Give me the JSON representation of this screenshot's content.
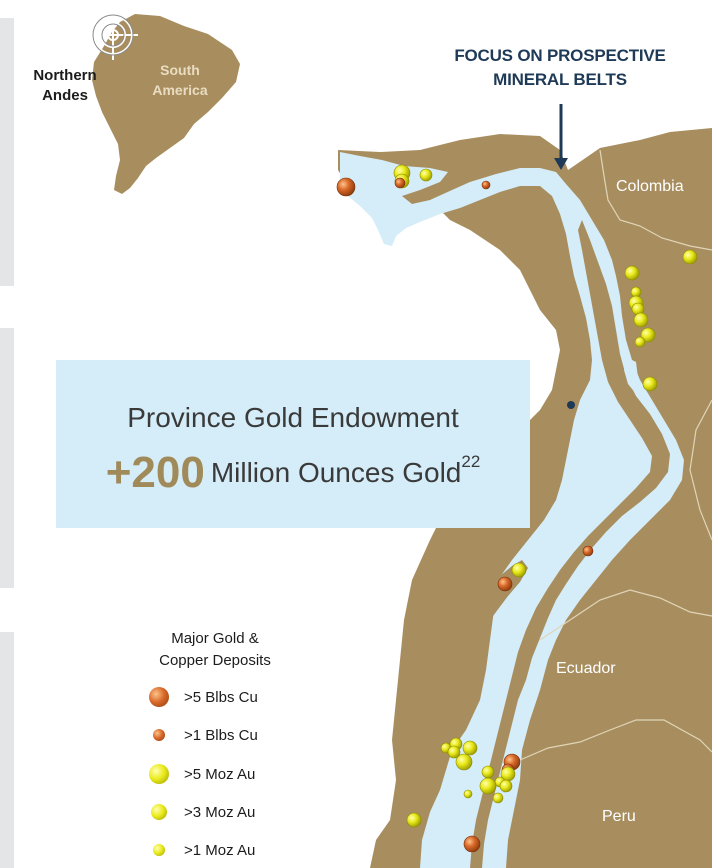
{
  "inset": {
    "region_label": "Northern\nAndes",
    "continent_label": "South\nAmerica"
  },
  "focus": {
    "title": "FOCUS ON PROSPECTIVE\nMINERAL BELTS"
  },
  "countries": {
    "colombia": "Colombia",
    "ecuador": "Ecuador",
    "peru": "Peru"
  },
  "endowment": {
    "title": "Province Gold Endowment",
    "value": "+200",
    "unit": "Million Ounces Gold",
    "footnote": "22"
  },
  "legend": {
    "title": "Major Gold &\nCopper Deposits",
    "items": [
      {
        "label": ">5 Blbs Cu",
        "color": "#d8692a",
        "size": "large"
      },
      {
        "label": ">1 Blbs Cu",
        "color": "#d8692a",
        "size": "small"
      },
      {
        "label": ">5 Moz Au",
        "color": "#e2e216",
        "size": "large"
      },
      {
        "label": ">3 Moz Au",
        "color": "#e2e216",
        "size": "medium"
      },
      {
        "label": ">1 Moz Au",
        "color": "#e2e216",
        "size": "small"
      }
    ]
  },
  "colors": {
    "land": "#a88e5f",
    "belt": "#d4edf8",
    "copper": "#d8692a",
    "gold": "#e2e216",
    "accent": "#1f3a57"
  },
  "icons": {
    "compass": "compass-rose-icon",
    "arrow": "down-arrow-icon"
  }
}
